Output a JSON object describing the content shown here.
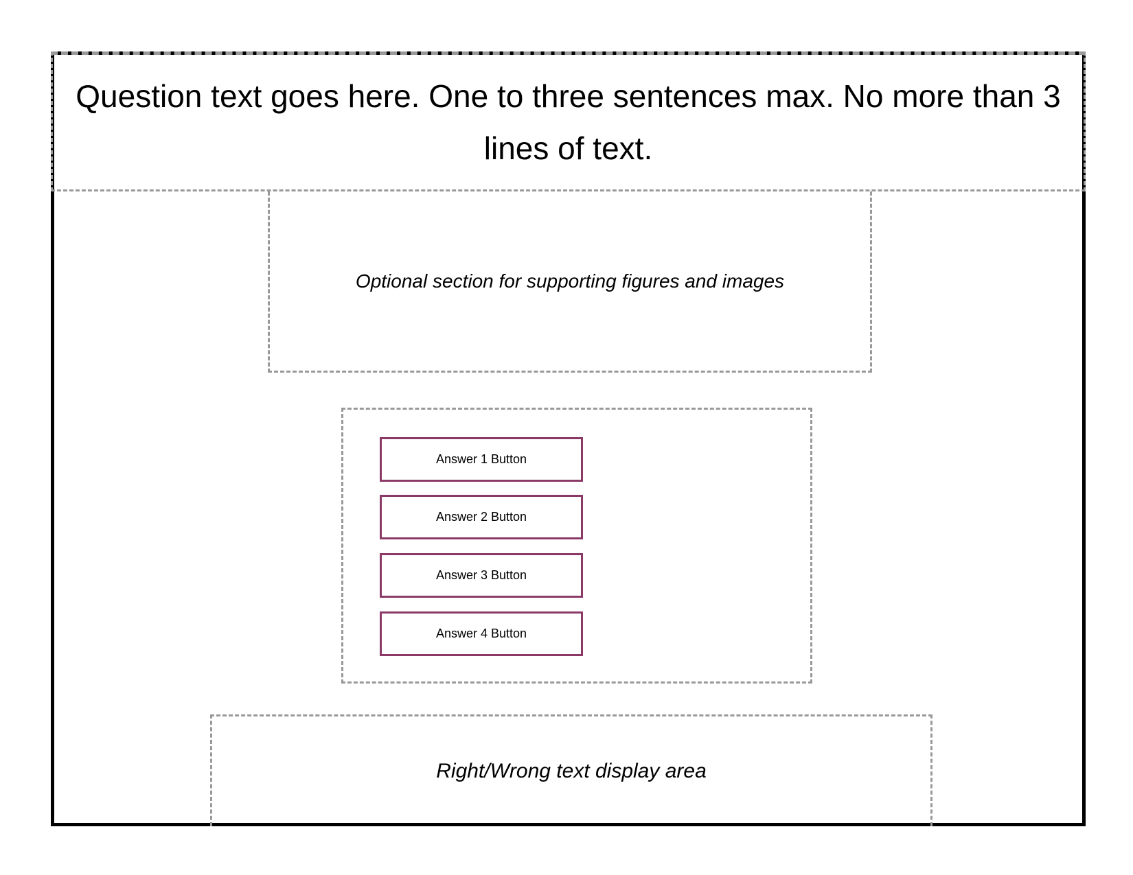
{
  "question": {
    "text": "Question text goes here.  One to three sentences max.  No more than 3 lines of text."
  },
  "figure_area": {
    "text": "Optional section for supporting figures and images"
  },
  "answers": [
    {
      "label": "Answer 1 Button"
    },
    {
      "label": "Answer 2 Button"
    },
    {
      "label": "Answer 3 Button"
    },
    {
      "label": "Answer 4 Button"
    }
  ],
  "feedback_area": {
    "text": "Right/Wrong text display area"
  },
  "colors": {
    "frame_border": "#000000",
    "dashed_border": "#999999",
    "answer_button_border": "#8b3a68"
  }
}
